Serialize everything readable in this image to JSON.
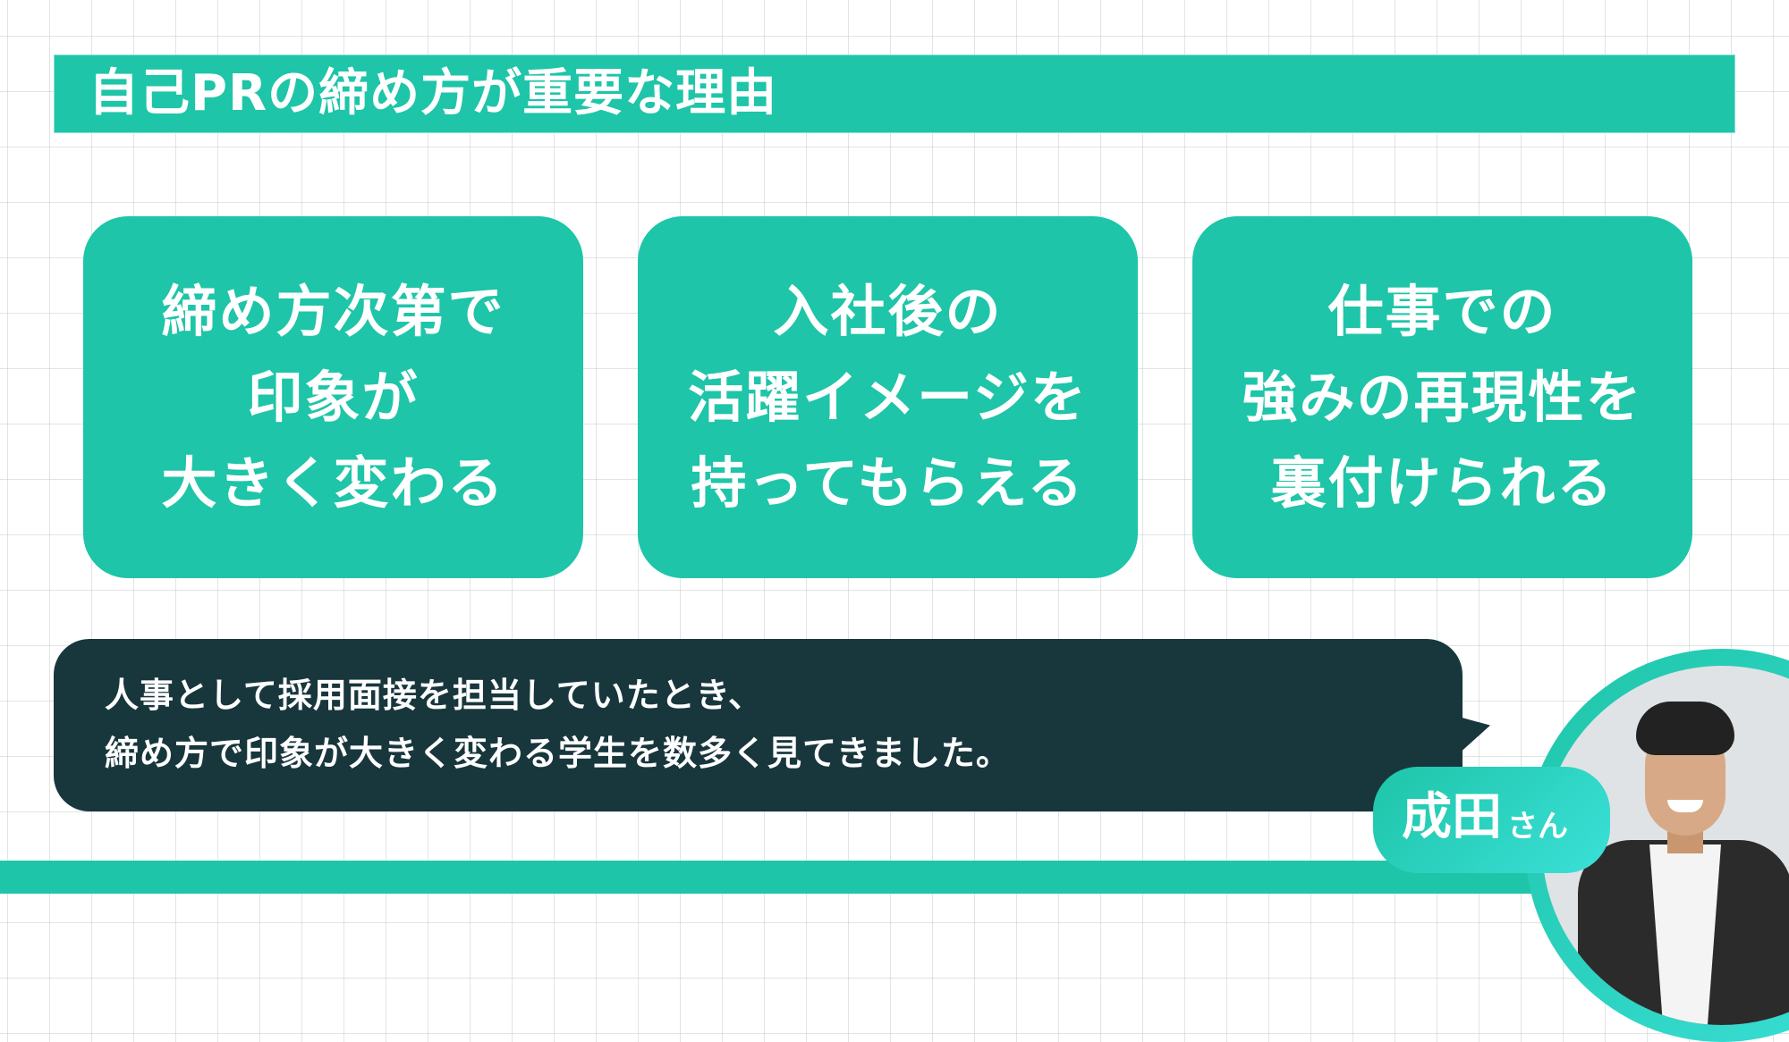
{
  "header": {
    "title": "自己PRの締め方が重要な理由"
  },
  "cards": [
    {
      "lines": [
        "締め方次第で",
        "印象が",
        "大きく変わる"
      ]
    },
    {
      "lines": [
        "入社後の",
        "活躍イメージを",
        "持ってもらえる"
      ]
    },
    {
      "lines": [
        "仕事での",
        "強みの再現性を",
        "裏付けられる"
      ]
    }
  ],
  "speech": {
    "lines": [
      "人事として採用面接を担当していたとき、",
      "締め方で印象が大きく変わる学生を数多く見てきました。"
    ]
  },
  "speaker": {
    "name": "成田",
    "suffix": "さん",
    "photo": "smiling-man-portrait"
  },
  "colors": {
    "accent": "#1EC5A8",
    "accent_light": "#3BE0D8",
    "bubble": "#18373D",
    "background": "#FFFFFF",
    "text_on_accent": "#FFFFFF"
  }
}
